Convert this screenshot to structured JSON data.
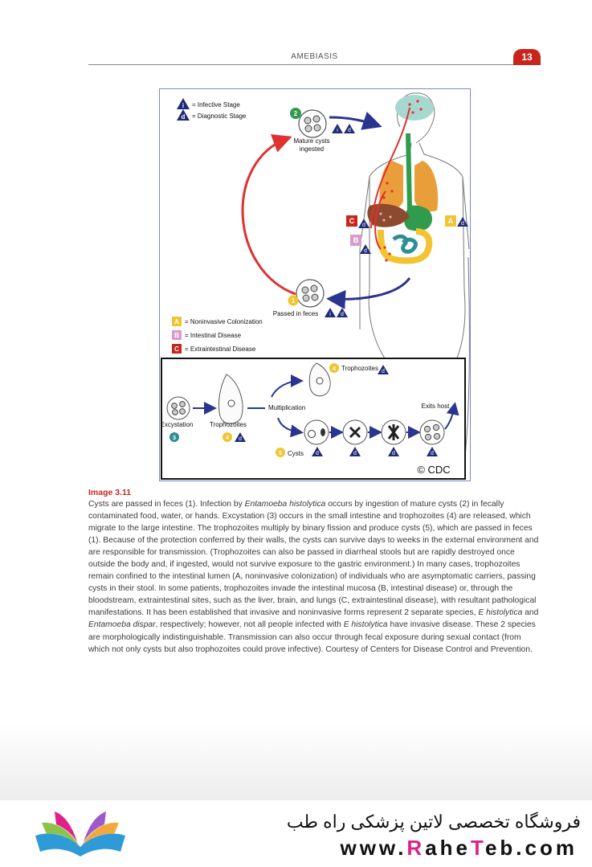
{
  "header": {
    "title": "AMEBIASIS",
    "page_number": "13"
  },
  "figure": {
    "legend": {
      "infective": "= Infective Stage",
      "diagnostic": "= Diagnostic Stage",
      "noninvasive": "= Noninvasive Colonization",
      "intestinal": "= Intestinal Disease",
      "extraintestinal": "= Extraintestinal Disease"
    },
    "labels": {
      "ingested_line1": "Mature cysts",
      "ingested_line2": "ingested",
      "passed": "Passed in feces",
      "excystation": "Excystation",
      "trophozoites": "Trophozoites",
      "multiplication": "Multiplication",
      "trophozoites_top": "Trophozoites",
      "cysts": "Cysts",
      "exits_host": "Exits host",
      "copyright": "© CDC"
    },
    "markers": {
      "infective_i": "i",
      "diagnostic_d": "d",
      "stage_1": "1",
      "stage_2": "2",
      "stage_3": "3",
      "stage_4": "4",
      "stage_5": "5",
      "site_a": "A",
      "site_b": "B",
      "site_c": "C"
    },
    "colors": {
      "infective_arrow": "#e03030",
      "diagnostic_arrow": "#2a3590",
      "badge_navy": "#1e2a7a",
      "stage_green": "#2f9b4c",
      "stage_yellow": "#f2c431",
      "stage_teal": "#2e8f93",
      "site_pink": "#d89ccb",
      "site_red": "#c8261d"
    }
  },
  "caption": {
    "title": "Image 3.11",
    "p1": "Cysts are passed in feces (1). Infection by ",
    "species1": "Entamoeba histolytica",
    "p2": " occurs by ingestion of mature cysts (2) in fecally contaminated food, water, or hands. Excystation (3) occurs in the small intestine and trophozoites (4) are released, which migrate to the large intestine. The trophozoites multiply by binary fission and produce cysts (5), which are passed in feces (1). Because of the protection conferred by their walls, the cysts can survive days to weeks in the external environment and are responsible for transmission. (Trophozoites can also be passed in diarrheal stools but are rapidly destroyed once outside the body and, if ingested, would not survive exposure to the gastric environment.) In many cases, trophozoites remain confined to the intestinal lumen (A, noninvasive colonization) of individuals who are asymptomatic carriers, passing cysts in their stool. In some patients, trophozoites invade the intestinal mucosa (B, intestinal disease) or, through the bloodstream, extraintestinal sites, such as the liver, brain, and lungs (C, extraintestinal disease), with resultant pathological manifestations. It has been established that invasive and noninvasive forms represent 2 separate species, ",
    "species2": "E histolytica",
    "p3": " and ",
    "species3": "Entamoeba dispar",
    "p4": ", respectively; however, not all people infected with ",
    "species4": "E histolytica",
    "p5": " have invasive disease. These 2 species are morphologically indistinguishable. Transmission can also occur through fecal exposure during sexual contact (from which not only cysts but also trophozoites could prove infective). Courtesy of Centers for Disease Control and Prevention."
  },
  "footer": {
    "persian": "فروشگاه تخصصی لاتین پزشکی  راه طب",
    "url_prefix": "www.",
    "url_r": "R",
    "url_mid": "ahe",
    "url_t": "T",
    "url_suffix": "eb.com"
  }
}
